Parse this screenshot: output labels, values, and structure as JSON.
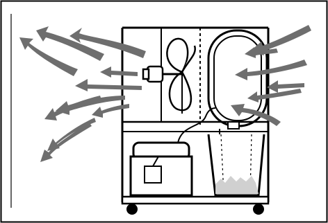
{
  "figure": {
    "kind": "schematic illustration",
    "airflow_out_arrows": 10,
    "airflow_in_arrows": 6
  },
  "palette": {
    "ink": "#000000",
    "arrow": "#6e6e6e",
    "background": "#ffffff",
    "tank_fill": "#ffffff",
    "condensate": "#bdbdbd",
    "flame": "#c8c8c8"
  },
  "icons": {
    "fan": "fan-icon",
    "motor": "motor-icon",
    "compressor": "compressor-icon",
    "evaporator_coil": "coil-icon",
    "drip_tray": "drip-tray-icon",
    "wheel": "wheel-icon"
  }
}
